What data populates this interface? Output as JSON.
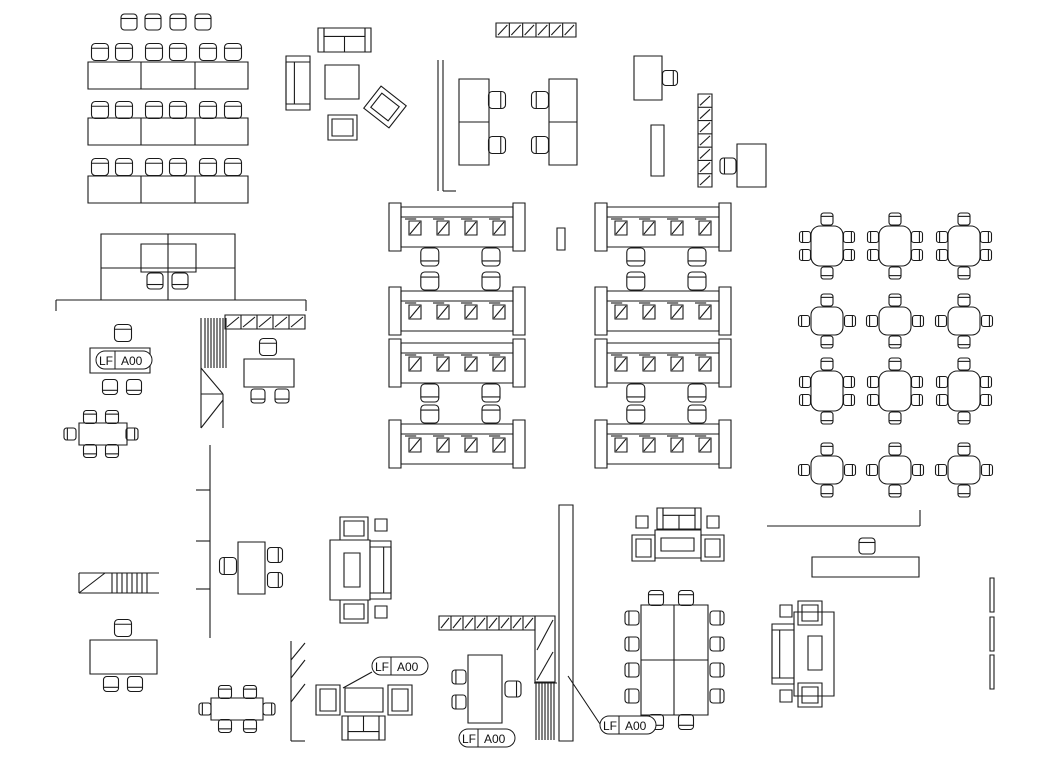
{
  "tags": [
    {
      "prefix": "LF",
      "code": "A00"
    },
    {
      "prefix": "LF",
      "code": "A00"
    },
    {
      "prefix": "LF",
      "code": "A00"
    },
    {
      "prefix": "LF",
      "code": "A00"
    }
  ],
  "colors": {
    "line": "#1a1a1a",
    "background": "#ffffff"
  }
}
